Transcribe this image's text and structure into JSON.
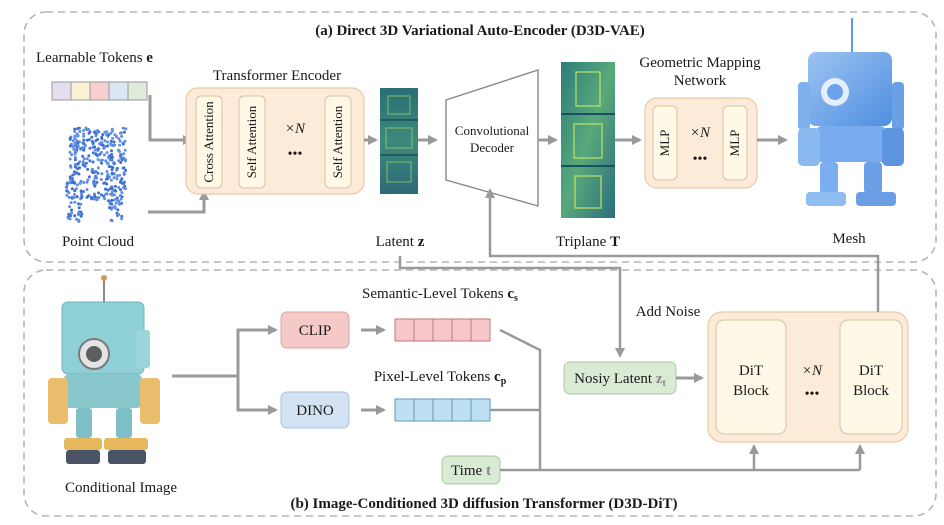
{
  "section_a": {
    "title": "(a) Direct 3D Variational Auto-Encoder (D3D-VAE)"
  },
  "section_b": {
    "title": "(b) Image-Conditioned 3D diffusion Transformer (D3D-DiT)"
  },
  "vae": {
    "learnable_tokens_label": "Learnable Tokens ",
    "learnable_tokens_symbol": "e",
    "point_cloud_label": "Point Cloud",
    "encoder_title": "Transformer Encoder",
    "cross_attention": "Cross Attention",
    "self_attention_1": "Self Attention",
    "self_attention_2": "Self Attention",
    "repeat": "×N",
    "dots": "•••",
    "latent_label": "Latent ",
    "latent_symbol": "z",
    "decoder_line1": "Convolutional",
    "decoder_line2": "Decoder",
    "triplane_label": "Triplane ",
    "triplane_symbol": "T",
    "gmn_line1": "Geometric Mapping",
    "gmn_line2": "Network",
    "mlp_1": "MLP",
    "mlp_2": "MLP",
    "mesh_label": "Mesh"
  },
  "dit": {
    "conditional_image_label": "Conditional Image",
    "clip": "CLIP",
    "dino": "DINO",
    "semantic_tokens_label": "Semantic-Level Tokens ",
    "semantic_symbol": "c",
    "semantic_sub": "s",
    "pixel_tokens_label": "Pixel-Level Tokens ",
    "pixel_symbol": "c",
    "pixel_sub": "p",
    "add_noise": "Add Noise",
    "noisy_latent_label": "Nosiy Latent ",
    "noisy_latent_symbol": "z",
    "noisy_latent_sub": "t",
    "time_label": "Time ",
    "time_symbol": "t",
    "dit_block_line1": "DiT",
    "dit_block_line2": "Block",
    "repeat": "×N",
    "dots": "•••"
  },
  "colors": {
    "token_fill": [
      "#e6def0",
      "#fbf2d2",
      "#f6cfd1",
      "#d9e6f4",
      "#dcecd8"
    ],
    "encoder_bg": "#fdebd9",
    "block_fill": "#fff8e6",
    "clip_fill": "#f5c9c8",
    "dino_fill": "#d3e3f3",
    "semantic_token_fill": "#f6c6c8",
    "pixel_token_fill": "#bfe0f2",
    "noisy_latent_fill": "#d9ebd4",
    "time_fill": "#d9ebd4",
    "arrow": "#9a9a9a",
    "dashed_border": "#b5b5b5"
  }
}
